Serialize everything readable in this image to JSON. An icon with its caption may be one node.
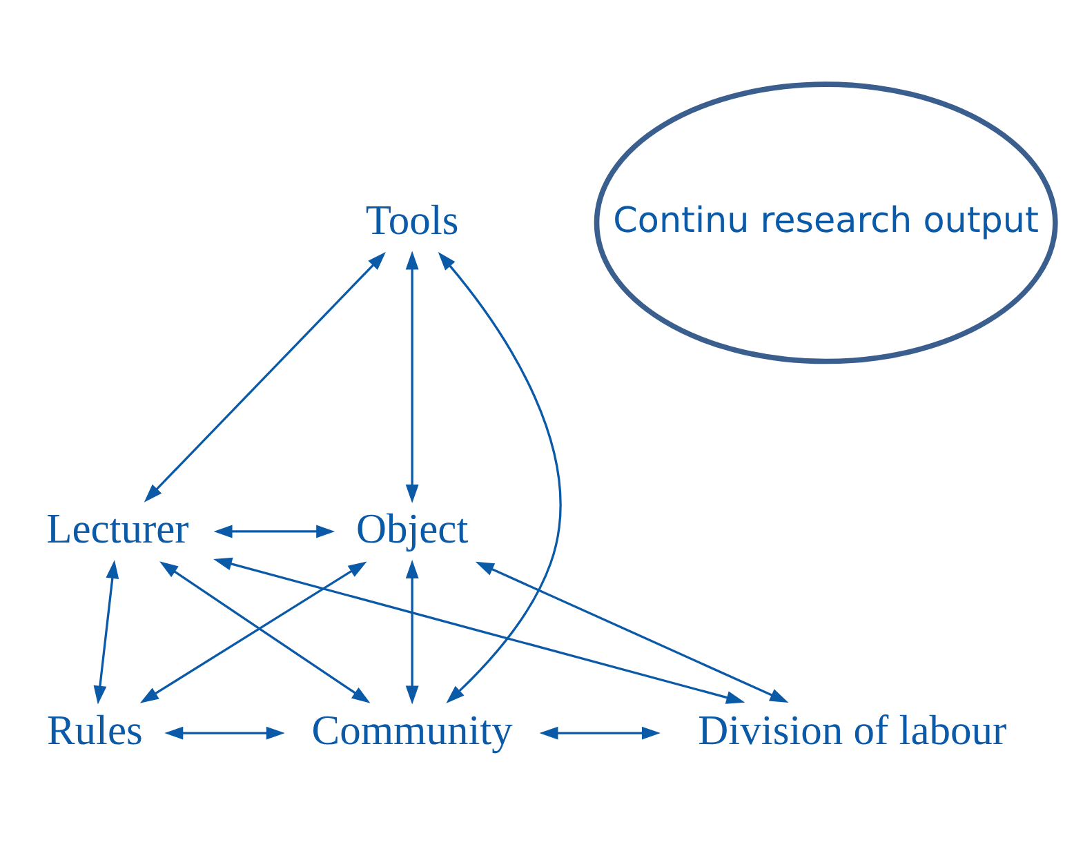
{
  "diagram": {
    "nodes": [
      {
        "text": [
          "Tools"
        ]
      },
      {
        "text": [
          "Continu research output"
        ]
      },
      {
        "text": [
          "Lecturer"
        ]
      },
      {
        "text": [
          "Object"
        ]
      },
      {
        "text": [
          "Rules"
        ]
      },
      {
        "text": [
          "Community"
        ]
      },
      {
        "text": [
          "Division of labour"
        ]
      }
    ],
    "edges": [
      {
        "from": 0,
        "to": 2,
        "arrow": "both"
      },
      {
        "from": 0,
        "to": 3,
        "arrow": "both"
      },
      {
        "from": 0,
        "to": 5,
        "arrow": "both"
      },
      {
        "from": 2,
        "to": 3,
        "arrow": "both"
      },
      {
        "from": 2,
        "to": 4,
        "arrow": "both"
      },
      {
        "from": 2,
        "to": 5,
        "arrow": "both"
      },
      {
        "from": 2,
        "to": 6,
        "arrow": "both"
      },
      {
        "from": 3,
        "to": 4,
        "arrow": "both"
      },
      {
        "from": 3,
        "to": 5,
        "arrow": "both"
      },
      {
        "from": 3,
        "to": 6,
        "arrow": "both"
      },
      {
        "from": 4,
        "to": 5,
        "arrow": "both"
      },
      {
        "from": 5,
        "to": 6,
        "arrow": "both"
      }
    ]
  }
}
